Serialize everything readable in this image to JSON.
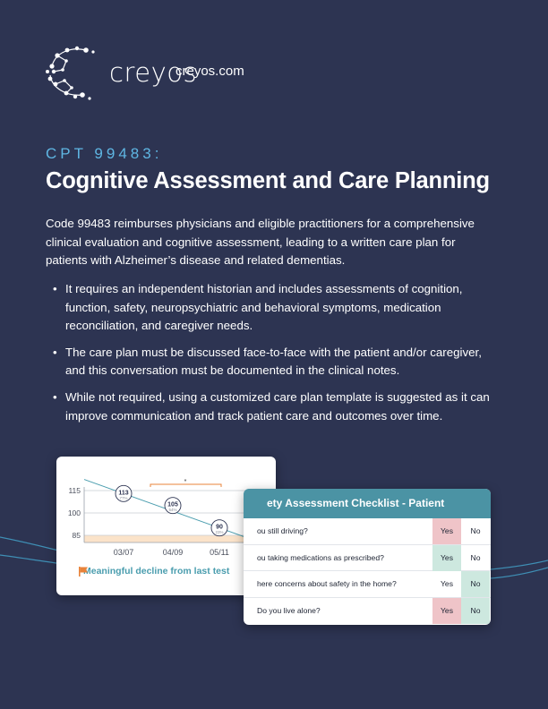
{
  "brand": {
    "name": "creyos",
    "url": "creyos.com"
  },
  "header": {
    "cpt_code": "CPT 99483:",
    "title": "Cognitive Assessment and Care Planning"
  },
  "intro": "Code 99483 reimburses physicians and eligible practitioners for a comprehensive clinical evaluation and cognitive assessment, leading to a written care plan for patients with Alzheimer’s disease and related dementias.",
  "bullets": [
    "It requires an independent historian and includes assessments of cognition, function, safety, neuropsychiatric and behavioral symptoms, medication reconciliation, and caregiver needs.",
    "The care plan must be discussed face-to-face with the patient and/or caregiver, and this conversation must be documented in the clinical notes.",
    "While not required, using a customized care plan template is suggested as it can improve communication and track patient care and outcomes over time."
  ],
  "chart_data": {
    "type": "line",
    "x": [
      "03/07",
      "04/09",
      "05/11"
    ],
    "series": [
      {
        "values": [
          113,
          105,
          90
        ],
        "percentiles": [
          "77%",
          "54%",
          "23%"
        ]
      }
    ],
    "yticks": [
      115,
      100,
      85
    ],
    "ylim": [
      80,
      118
    ],
    "shaded_below": 85,
    "significance_marker": "*",
    "accent_color": "#4a9dae",
    "shade_color": "#fbe3c9"
  },
  "chart_footer": {
    "icon": "flag-icon",
    "text": "Meaningful decline from last test"
  },
  "checklist": {
    "title": "ety Assessment Checklist - Patient",
    "yes_label": "Yes",
    "no_label": "No",
    "rows": [
      {
        "question": "ou still driving?",
        "highlight": "yes-red"
      },
      {
        "question": "ou taking medications as prescribed?",
        "highlight": "yes-green"
      },
      {
        "question": "here concerns about safety in the home?",
        "highlight": "no-green"
      },
      {
        "question": "Do you live alone?",
        "highlight": "both"
      }
    ]
  },
  "colors": {
    "background": "#2d3452",
    "accent_blue": "#5fb6e3",
    "header_teal": "#4b93a4",
    "flag_orange": "#e8833a"
  }
}
